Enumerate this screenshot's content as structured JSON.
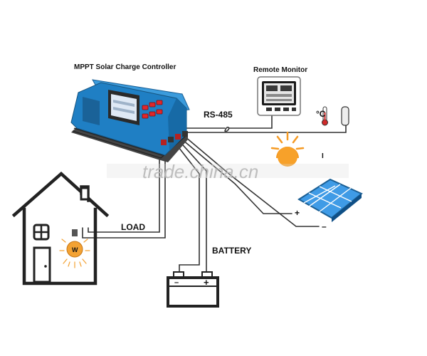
{
  "labels": {
    "controller_title": "MPPT Solar Charge Controller",
    "remote_monitor": "Remote Monitor",
    "rs485": "RS-485",
    "load": "LOAD",
    "battery": "BATTERY",
    "plus": "+",
    "minus": "–",
    "celsius": "°C",
    "bulb_mark": "W",
    "battery_minus": "–",
    "battery_plus": "+",
    "watermark": "trade.china.cn"
  },
  "colors": {
    "controller_blue": "#1f7fc4",
    "panel_blue": "#3f9be6",
    "sun": "#f59a23",
    "bulb": "#f3a233",
    "button_red": "#e0262b",
    "wire": "#333333"
  }
}
